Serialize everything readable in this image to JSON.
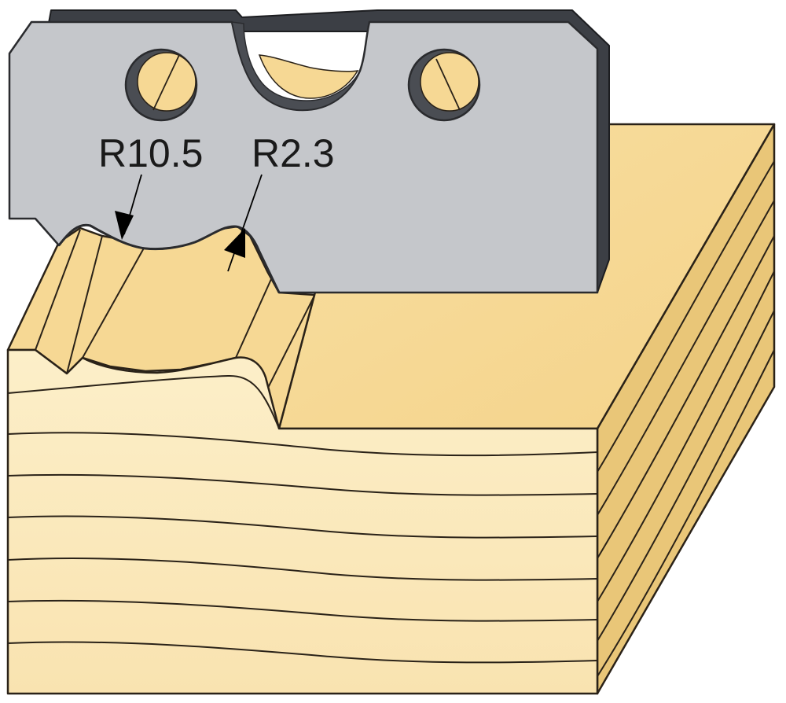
{
  "figure": {
    "kind": "profile-knife-illustration",
    "labels": {
      "radius_large": "R10.5",
      "radius_small": "R2.3"
    },
    "colors": {
      "blade_face": "#c4c6ca",
      "blade_edge": "#3c3f45",
      "wood_face": "#fbeac0",
      "wood_top": "#f6d794",
      "wood_side": "#e6c374",
      "outline": "#2a2218",
      "dimension_line": "#000000"
    },
    "icons": [
      "mounting-hole-icon",
      "mounting-hole-icon",
      "dimension-arrow-icon",
      "dimension-arrow-icon"
    ]
  }
}
